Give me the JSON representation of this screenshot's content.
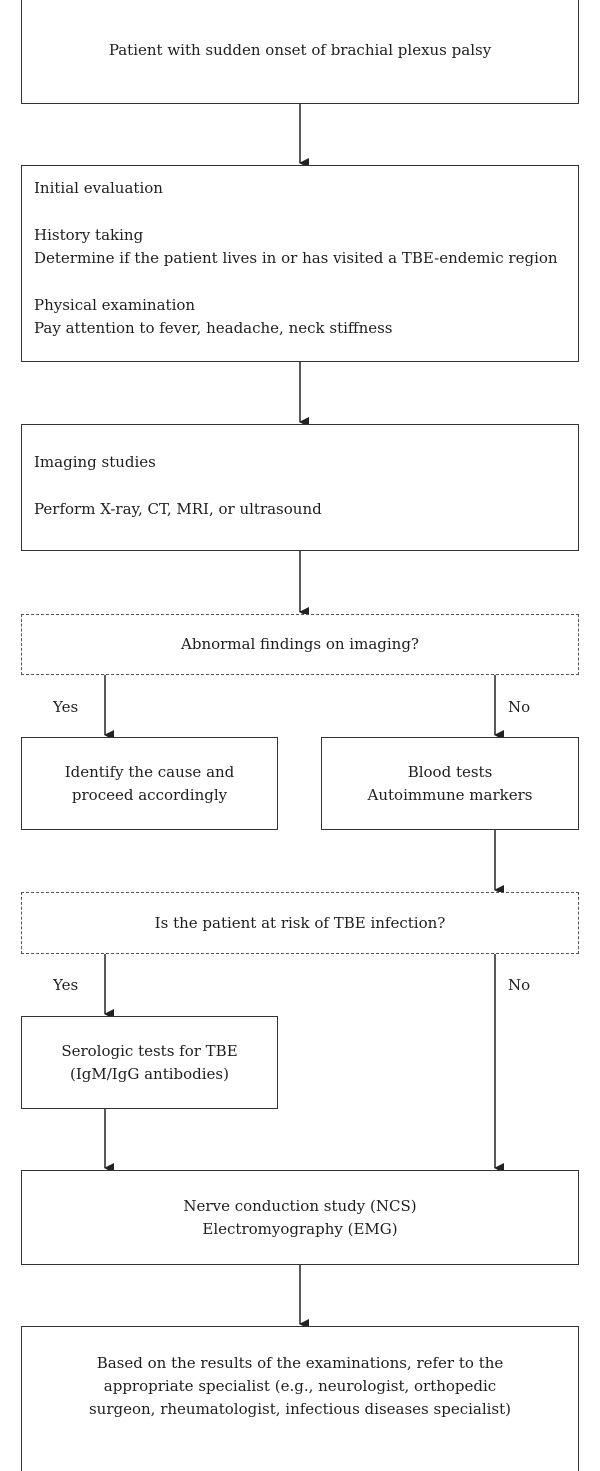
{
  "nodes": {
    "start": "Patient with sudden onset of brachial plexus palsy",
    "initial_title": "Initial evaluation",
    "history_title": "History taking",
    "history_text": "Determine if the patient lives in or has visited a TBE-endemic region",
    "physical_title": "Physical examination",
    "physical_text": "Pay attention to fever, headache, neck stiffness",
    "imaging_title": "Imaging studies",
    "imaging_text": "Perform X-ray, CT, MRI, or ultrasound",
    "decision1": "Abnormal findings on imaging?",
    "cause_line1": "Identify the cause and",
    "cause_line2": "proceed accordingly",
    "blood_line1": "Blood tests",
    "blood_line2": "Autoimmune markers",
    "decision2": "Is the patient at risk of TBE infection?",
    "sero_line1": "Serologic tests for TBE",
    "sero_line2": "(IgM/IgG antibodies)",
    "ncs_line1": "Nerve conduction study (NCS)",
    "ncs_line2": "Electromyography (EMG)",
    "final_line1": "Based on the results of the examinations, refer to the",
    "final_line2": "appropriate specialist (e.g., neurologist, orthopedic",
    "final_line3": "surgeon, rheumatologist, infectious diseases specialist)"
  },
  "edge_labels": {
    "yes1": "Yes",
    "no1": "No",
    "yes2": "Yes",
    "no2": "No"
  }
}
